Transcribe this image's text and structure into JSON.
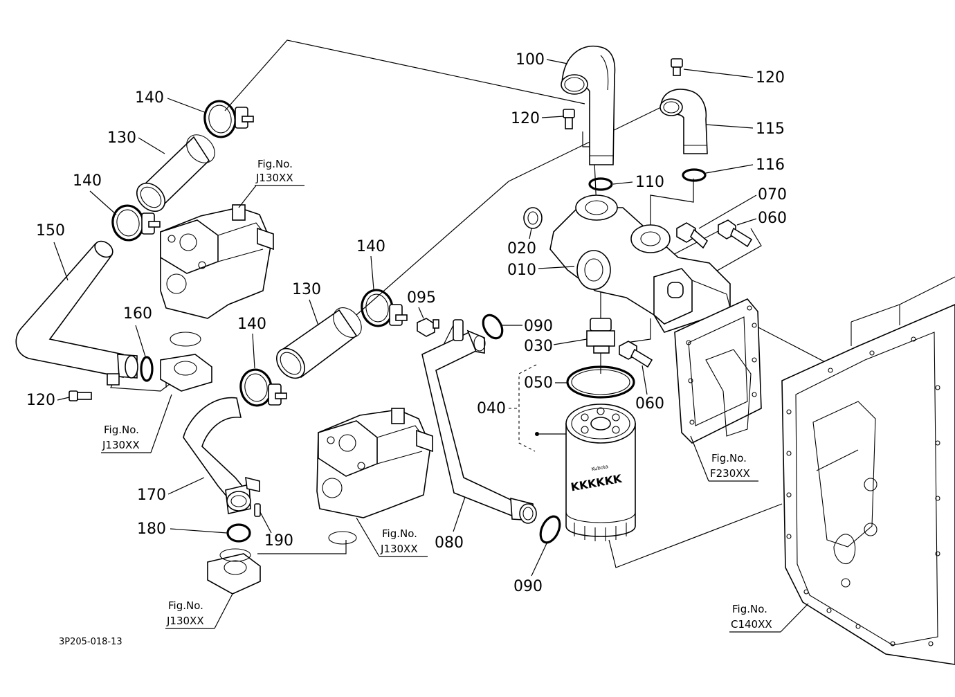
{
  "labels": {
    "p100": "100",
    "p120a": "120",
    "p120b": "120",
    "p120c": "120",
    "p115": "115",
    "p116": "116",
    "p110": "110",
    "p070": "070",
    "p060a": "060",
    "p060b": "060",
    "p020": "020",
    "p010": "010",
    "p140a": "140",
    "p140b": "140",
    "p140c": "140",
    "p140d": "140",
    "p130a": "130",
    "p130b": "130",
    "p150": "150",
    "p160": "160",
    "p095": "095",
    "p090a": "090",
    "p090b": "090",
    "p030": "030",
    "p050": "050",
    "p040": "040",
    "p170": "170",
    "p180": "180",
    "p190": "190",
    "p080": "080"
  },
  "fig_refs": [
    {
      "line1": "Fig.No.",
      "line2": "J130XX"
    },
    {
      "line1": "Fig.No.",
      "line2": "J130XX"
    },
    {
      "line1": "Fig.No.",
      "line2": "J130XX"
    },
    {
      "line1": "Fig.No.",
      "line2": "J130XX"
    },
    {
      "line1": "Fig.No.",
      "line2": "F230XX"
    },
    {
      "line1": "Fig.No.",
      "line2": "C140XX"
    }
  ],
  "filter_brand_text": "KKKKKK",
  "filter_maker_text": "Kubota",
  "drawing_code": "3P205-018-13"
}
